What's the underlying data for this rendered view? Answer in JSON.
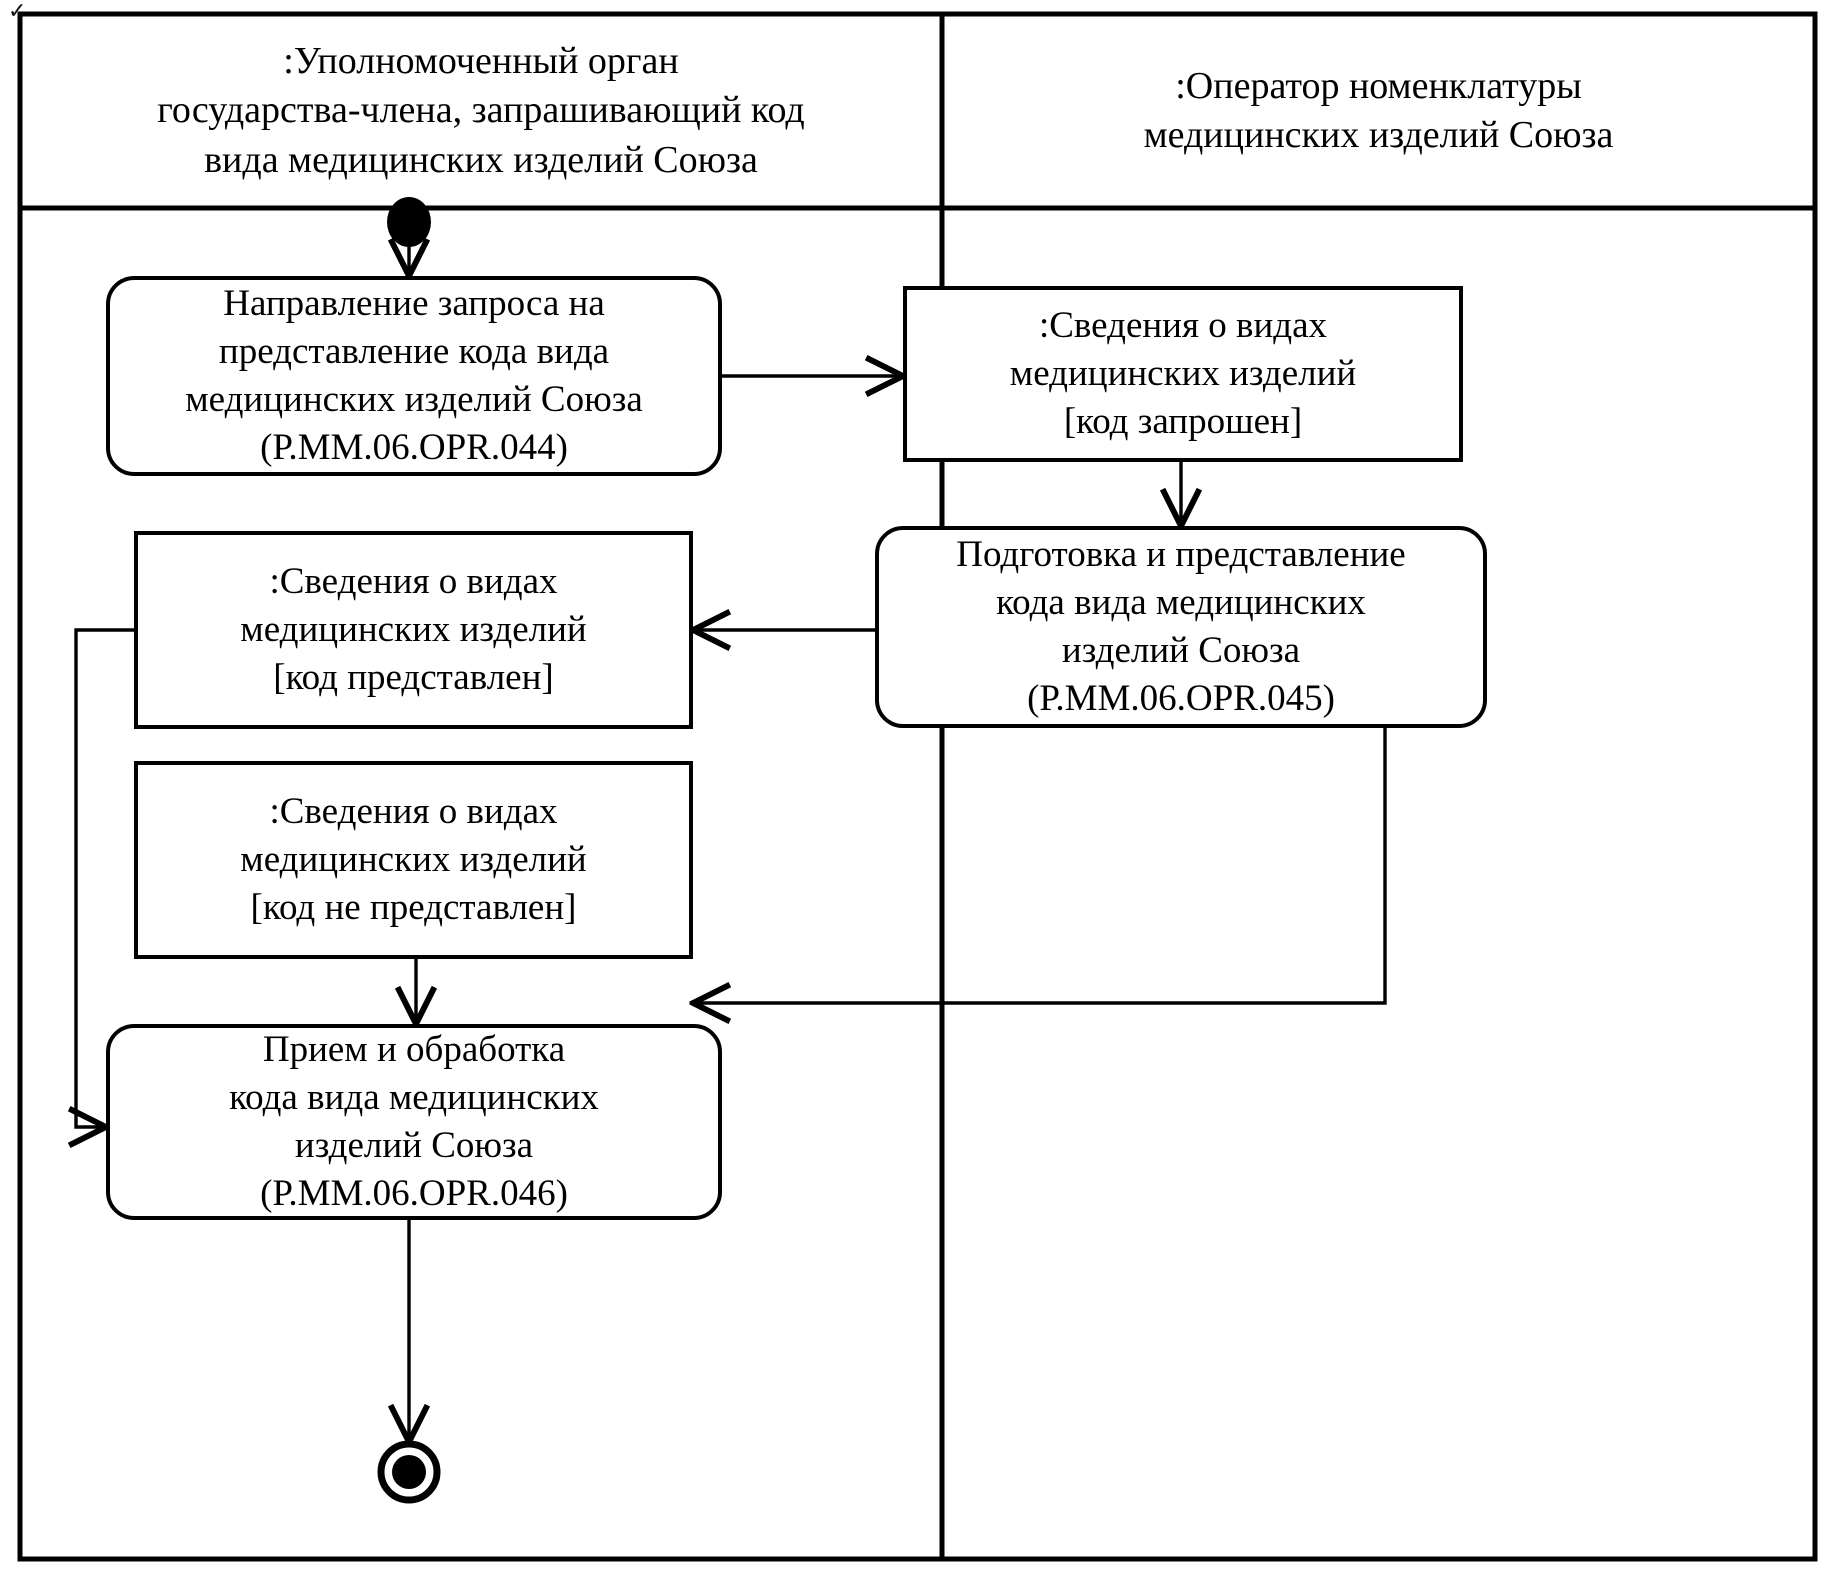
{
  "diagram": {
    "type": "uml-activity-swimlane",
    "lanes": [
      {
        "id": "lane-left",
        "title_lines": [
          ":Уполномоченный орган",
          "государства-члена, запрашивающий код",
          "вида медицинских изделий Союза"
        ]
      },
      {
        "id": "lane-right",
        "title_lines": [
          ":Оператор номенклатуры",
          "медицинских изделий Союза"
        ]
      }
    ],
    "nodes": [
      {
        "id": "start-node",
        "kind": "initial-node",
        "lane": "lane-left"
      },
      {
        "id": "activity-044",
        "kind": "activity",
        "lane": "lane-left",
        "lines": [
          "Направление запроса на",
          "представление кода вида",
          "медицинских изделий Союза",
          "(Р.ММ.06.OPR.044)"
        ]
      },
      {
        "id": "object-code-requested",
        "kind": "object",
        "lane": "lane-right",
        "lines": [
          ":Сведения о видах",
          "медицинских изделий",
          "[код запрошен]"
        ]
      },
      {
        "id": "activity-045",
        "kind": "activity",
        "lane": "lane-right",
        "lines": [
          "Подготовка и представление",
          "кода вида медицинских",
          "изделий Союза",
          "(Р.ММ.06.OPR.045)"
        ]
      },
      {
        "id": "object-code-provided",
        "kind": "object",
        "lane": "lane-left",
        "lines": [
          ":Сведения о видах",
          "медицинских изделий",
          "[код представлен]"
        ]
      },
      {
        "id": "object-code-not-provided",
        "kind": "object",
        "lane": "lane-left",
        "lines": [
          ":Сведения о видах",
          "медицинских изделий",
          "[код не представлен]"
        ]
      },
      {
        "id": "activity-046",
        "kind": "activity",
        "lane": "lane-left",
        "lines": [
          "Прием и обработка",
          "кода вида медицинских",
          "изделий Союза",
          "(Р.ММ.06.OPR.046)"
        ]
      },
      {
        "id": "end-node",
        "kind": "final-node",
        "lane": "lane-left"
      }
    ],
    "edges": [
      {
        "id": "edge-start-to-044",
        "from": "start-node",
        "to": "activity-044"
      },
      {
        "id": "edge-044-to-requested",
        "from": "activity-044",
        "to": "object-code-requested"
      },
      {
        "id": "edge-requested-to-045",
        "from": "object-code-requested",
        "to": "activity-045"
      },
      {
        "id": "edge-045-to-provided",
        "from": "activity-045",
        "to": "object-code-provided"
      },
      {
        "id": "edge-045-to-not-provided",
        "from": "activity-045",
        "to": "object-code-not-provided"
      },
      {
        "id": "edge-not-provided-to-046",
        "from": "object-code-not-provided",
        "to": "activity-046"
      },
      {
        "id": "edge-provided-to-046",
        "from": "object-code-provided",
        "to": "activity-046"
      },
      {
        "id": "edge-046-to-end",
        "from": "activity-046",
        "to": "end-node"
      }
    ],
    "colors": {
      "stroke": "#000000",
      "fill": "#ffffff",
      "text": "#000000"
    },
    "artifacts": {
      "top_left_mark": "✓"
    }
  }
}
